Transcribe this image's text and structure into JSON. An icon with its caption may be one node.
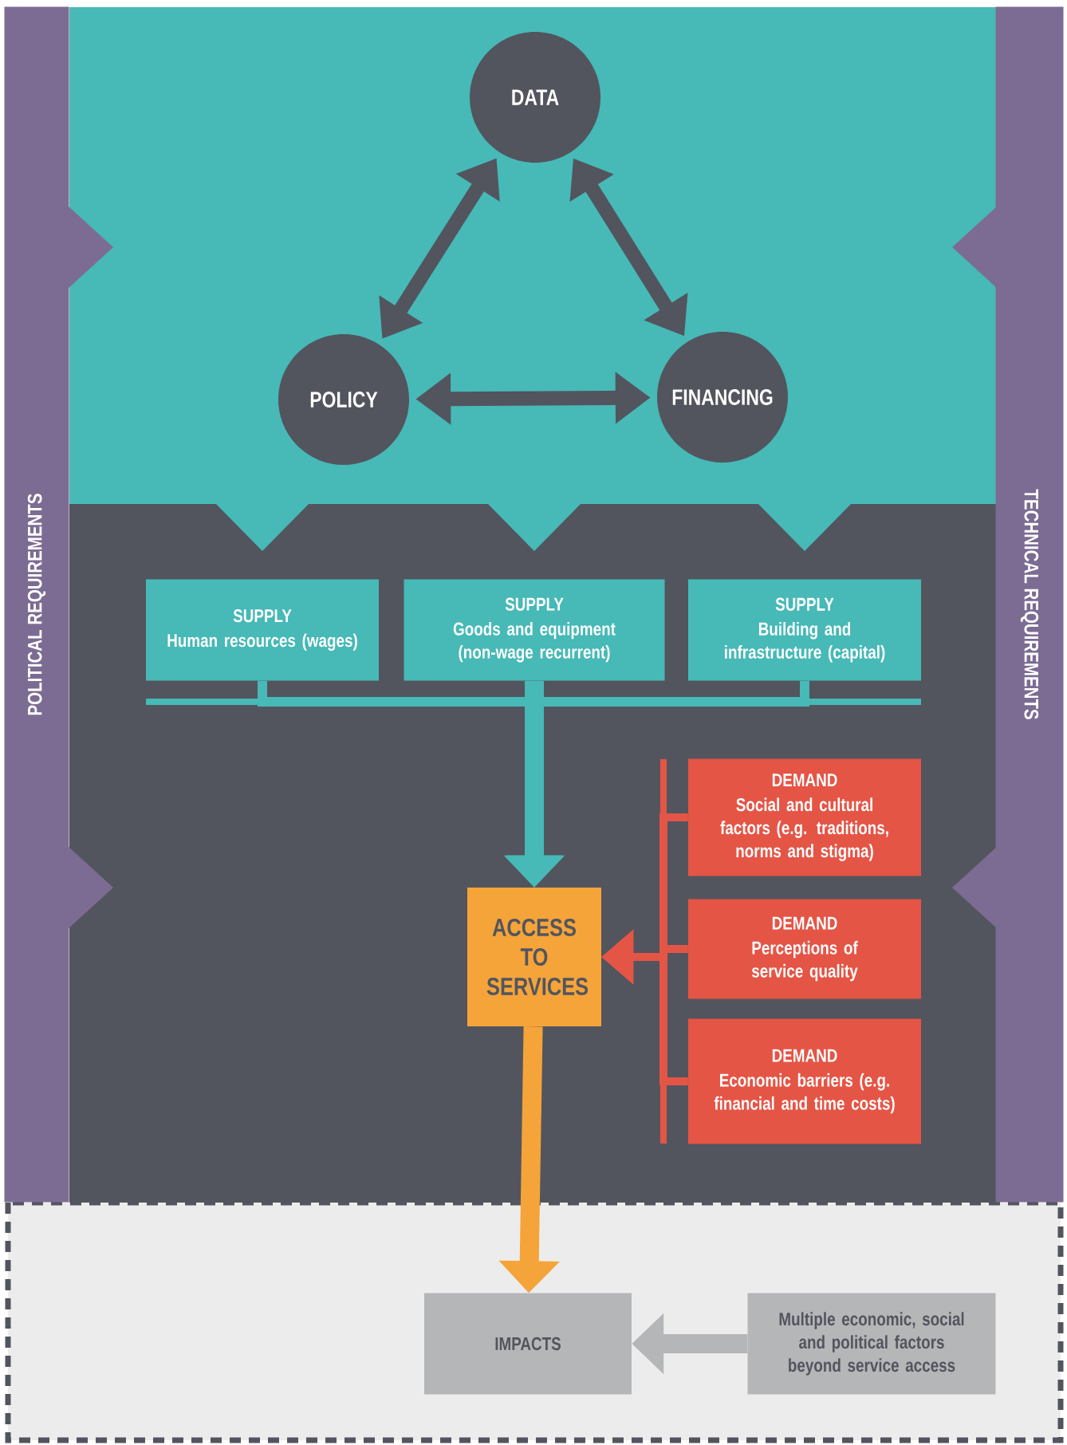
{
  "diagram": {
    "nodes": [
      {
        "text": [
          "POLITICAL REQUIREMENTS"
        ]
      },
      {
        "text": [
          "TECHNICAL REQUIREMENTS"
        ]
      },
      {
        "text": [
          "DATA"
        ]
      },
      {
        "text": [
          "POLICY"
        ]
      },
      {
        "text": [
          "FINANCING"
        ]
      },
      {
        "text": [
          "SUPPLY",
          "Human resources (wages)"
        ]
      },
      {
        "text": [
          "SUPPLY",
          "Goods and equipment (non-wage recurrent)"
        ]
      },
      {
        "text": [
          "SUPPLY",
          "Building and infrastructure (capital)"
        ]
      },
      {
        "text": [
          "ACCESS TO SERVICES"
        ]
      },
      {
        "text": [
          "DEMAND",
          "Social and cultural factors (e.g. traditions, norms and stigma)"
        ]
      },
      {
        "text": [
          "DEMAND",
          "Perceptions of service quality"
        ]
      },
      {
        "text": [
          "DEMAND",
          "Economic barriers (e.g. financial and time costs)"
        ]
      },
      {
        "text": [
          "IMPACTS"
        ]
      },
      {
        "text": [
          "Multiple economic, social and political factors beyond service access"
        ]
      }
    ],
    "edges": [
      {
        "from": 2,
        "to": 3,
        "arrow": "both"
      },
      {
        "from": 2,
        "to": 4,
        "arrow": "both"
      },
      {
        "from": 3,
        "to": 4,
        "arrow": "both"
      },
      {
        "from": 5,
        "to": 8,
        "arrow": "to",
        "color": "#47b9b7"
      },
      {
        "from": 6,
        "to": 8,
        "arrow": "to",
        "color": "#47b9b7"
      },
      {
        "from": 7,
        "to": 8,
        "arrow": "to",
        "color": "#47b9b7"
      },
      {
        "from": 9,
        "to": 8,
        "arrow": "to",
        "color": "#e45546"
      },
      {
        "from": 10,
        "to": 8,
        "arrow": "to",
        "color": "#e45546"
      },
      {
        "from": 11,
        "to": 8,
        "arrow": "to",
        "color": "#e45546"
      },
      {
        "from": 8,
        "to": 12,
        "arrow": "to",
        "color": "#f5a43a"
      },
      {
        "from": 13,
        "to": 12,
        "arrow": "to",
        "color": "#b5b6b8"
      }
    ]
  }
}
